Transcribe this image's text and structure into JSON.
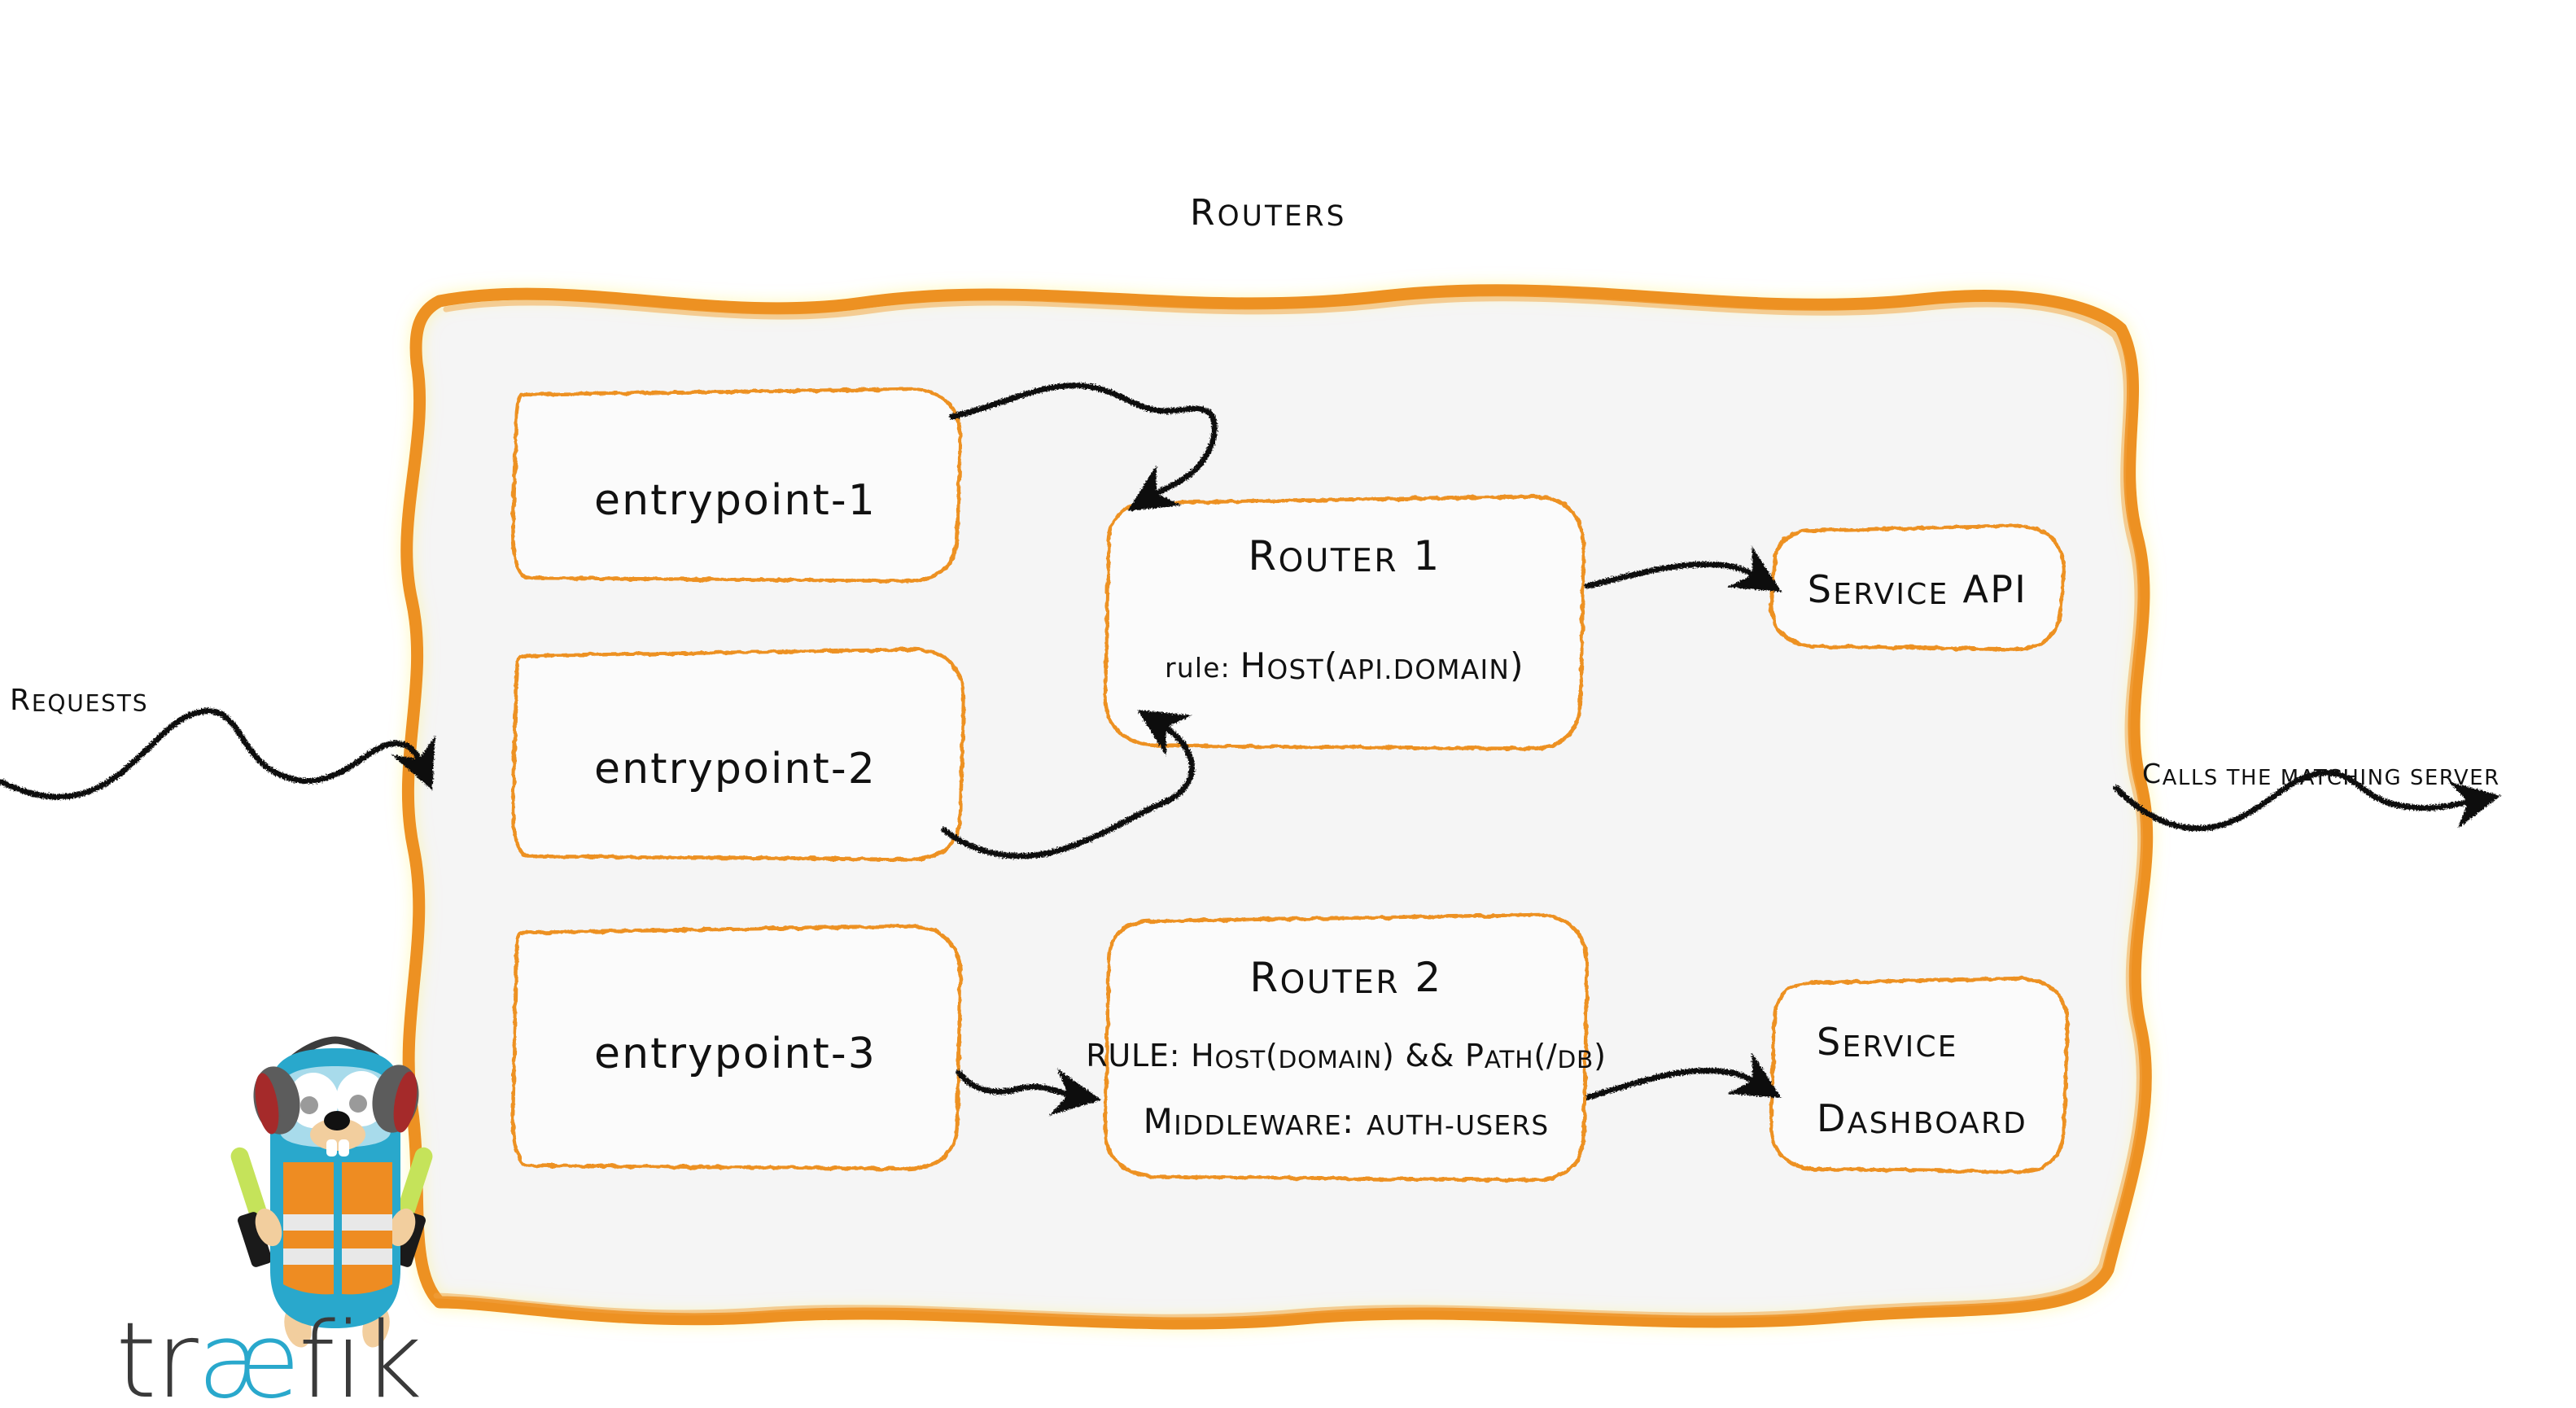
{
  "diagram": {
    "title": "Routers",
    "palette": {
      "orange": "#ED9122",
      "orange_light": "#F2A444",
      "panel_fill": "#F5F5F5",
      "box_fill": "#FBFBFB",
      "ink": "#111111",
      "gopher_body": "#29A8CC",
      "gopher_vest": "#EE8C22",
      "gopher_stripe": "#E8E8E8",
      "gopher_baton": "#C5E35A",
      "gopher_headphone_grey": "#5C5C5C",
      "gopher_headphone_red": "#A52A2A",
      "logo_dark": "#3A3A3A",
      "logo_cyan": "#29A8CC"
    },
    "entrypoints": [
      {
        "id": "entrypoint-1",
        "label": "entrypoint-1"
      },
      {
        "id": "entrypoint-2",
        "label": "entrypoint-2"
      },
      {
        "id": "entrypoint-3",
        "label": "entrypoint-3"
      }
    ],
    "routers": [
      {
        "id": "router-1",
        "title": "Router 1",
        "lines": [
          {
            "key": "rule",
            "prefix": "rule:",
            "value": "Host(api.domain)"
          }
        ]
      },
      {
        "id": "router-2",
        "title": "Router 2",
        "lines": [
          {
            "key": "rule",
            "prefix": "rule:",
            "value": "Host(domain) && Path(/db)"
          },
          {
            "key": "middleware",
            "prefix": "Middleware:",
            "value": "auth-users"
          }
        ]
      }
    ],
    "services": [
      {
        "id": "service-api",
        "lines": [
          "Service API"
        ]
      },
      {
        "id": "service-dashboard",
        "lines": [
          "Service",
          "Dashboard"
        ]
      }
    ],
    "annotations": {
      "requests": "Requests",
      "calls_matching_server": "Calls the matching server"
    },
    "logo": {
      "word_part_1": "tr",
      "word_part_2": "æ",
      "word_part_3": "fik",
      "mascot": "traefik-gopher-mascot"
    }
  }
}
